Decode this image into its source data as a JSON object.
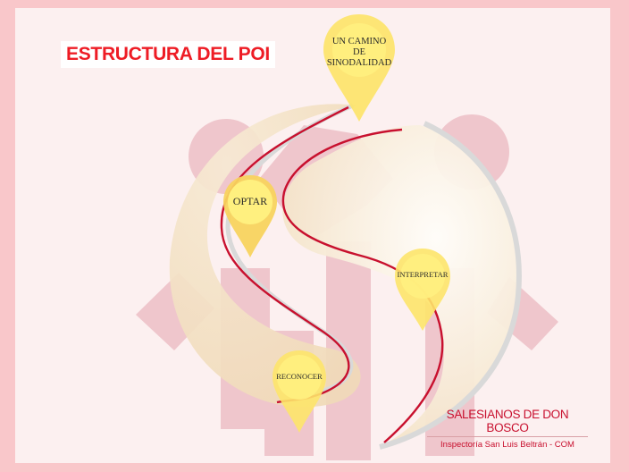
{
  "title": "ESTRUCTURA DEL POI",
  "colors": {
    "frame": "#f9c7ca",
    "canvas": "#fcf0f0",
    "title_red": "#ee1c25",
    "figures": "#efc6cc",
    "pin_yellow": "#fde46a",
    "pin_inner": "#fff07f",
    "curve_red": "#c8102e",
    "swirl_cream": "#f2dfc0",
    "brand_red": "#c8102e"
  },
  "pins": [
    {
      "id": "sinodalidad",
      "label_lines": [
        "UN CAMINO",
        "DE",
        "SINODALIDAD"
      ]
    },
    {
      "id": "optar",
      "label": "OPTAR"
    },
    {
      "id": "interpretar",
      "label": "INTERPRETAR"
    },
    {
      "id": "reconocer",
      "label": "RECONOCER"
    }
  ],
  "brand": {
    "name": "SALESIANOS DE DON BOSCO",
    "subtitle": "Inspectoría San Luis Beltrán - COM"
  }
}
